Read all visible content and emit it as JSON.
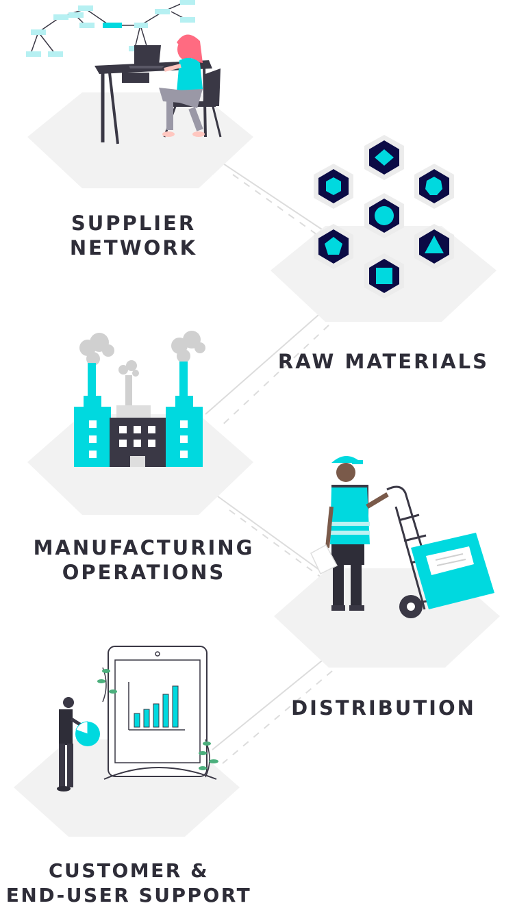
{
  "steps": [
    {
      "id": "supplier-network",
      "lines": [
        "SUPPLIER",
        "NETWORK"
      ]
    },
    {
      "id": "raw-materials",
      "lines": [
        "RAW MATERIALS"
      ]
    },
    {
      "id": "manufacturing-operations",
      "lines": [
        "MANUFACTURING",
        "OPERATIONS"
      ]
    },
    {
      "id": "distribution",
      "lines": [
        "DISTRIBUTION"
      ]
    },
    {
      "id": "customer-support",
      "lines": [
        "CUSTOMER &",
        "END-USER SUPPORT"
      ]
    }
  ],
  "colors": {
    "accent": "#00d9df",
    "dark": "#3a3845",
    "navy": "#0b0b45",
    "hex_fill": "#f2f2f2",
    "text": "#2e2d38",
    "smoke": "#d0d0d0"
  },
  "icons": [
    "org-chart-icon",
    "desk-worker-icon",
    "shape-hexagon-icon",
    "factory-icon",
    "hand-truck-worker-icon",
    "tablet-chart-icon"
  ]
}
